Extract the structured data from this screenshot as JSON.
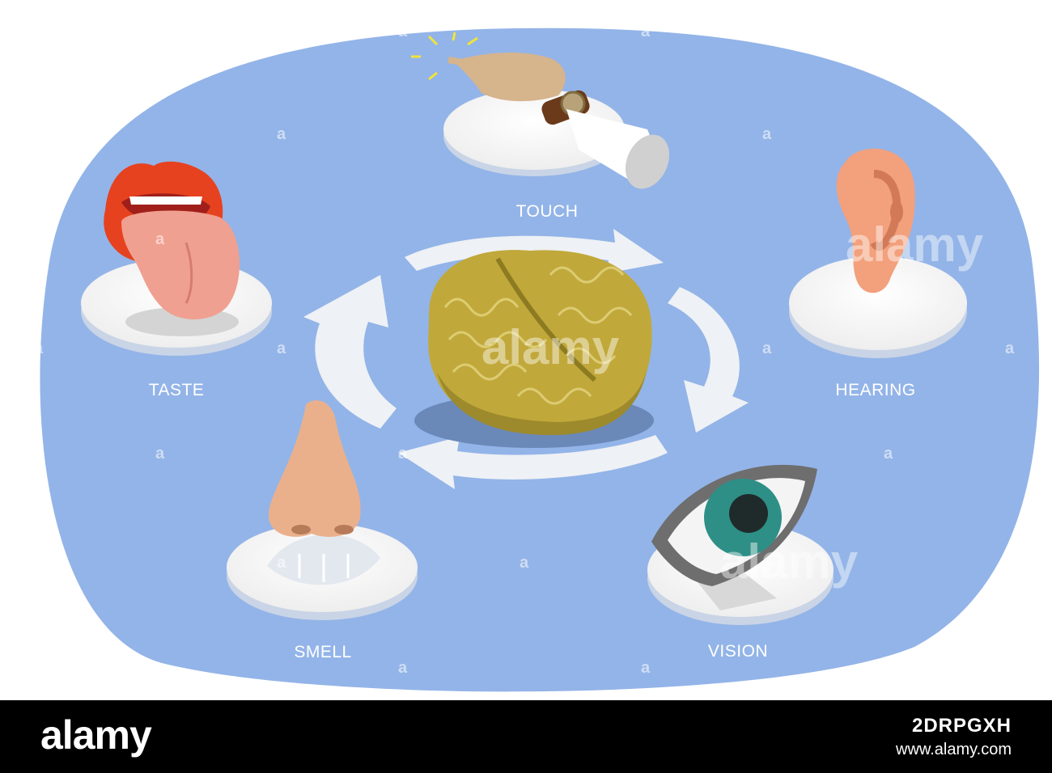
{
  "diagram": {
    "senses": [
      {
        "id": "touch",
        "label": "TOUCH",
        "icon": "hand-icon"
      },
      {
        "id": "hearing",
        "label": "HEARING",
        "icon": "ear-icon"
      },
      {
        "id": "vision",
        "label": "VISION",
        "icon": "eye-icon"
      },
      {
        "id": "smell",
        "label": "SMELL",
        "icon": "nose-icon"
      },
      {
        "id": "taste",
        "label": "TASTE",
        "icon": "mouth-icon"
      }
    ],
    "center": {
      "icon": "brain-icon"
    },
    "colors": {
      "background": "#93b4e8",
      "plate": "#ffffff",
      "brain": "#c1a83a",
      "mouth": "#e6421f",
      "ear": "#f3a07c",
      "nose": "#eab08c",
      "eye": "#2e8f86"
    }
  },
  "watermark": {
    "text": "a",
    "logo": "alamy"
  },
  "footer": {
    "logo": "alamy",
    "image_id": "2DRPGXH",
    "site": "www.alamy.com"
  }
}
